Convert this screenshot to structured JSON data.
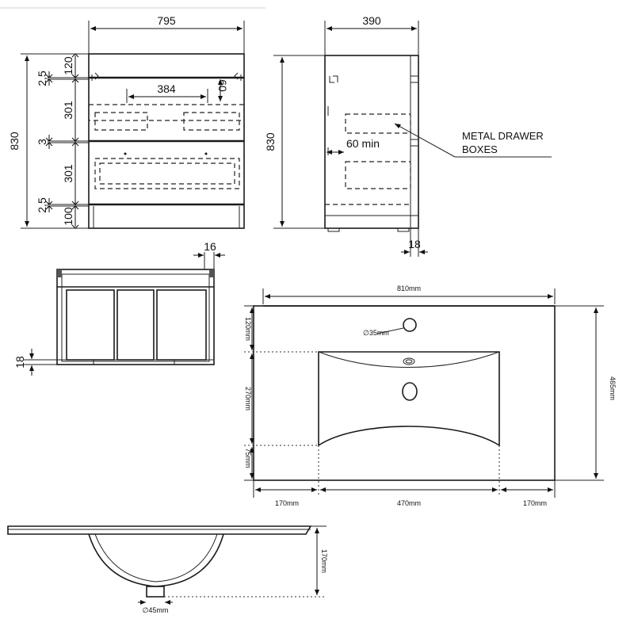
{
  "front_view": {
    "width": "795",
    "height": "830",
    "top_gap": "120",
    "rail_top": "2,5",
    "drawer_height_1": "301",
    "rail_mid": "3",
    "drawer_height_2": "301",
    "rail_bottom": "2,5",
    "plinth": "100",
    "handle_spacing": "384",
    "handle_offset": "60"
  },
  "side_view": {
    "depth": "390",
    "height": "830",
    "clearance": "60 min",
    "panel_thickness": "18",
    "callout": [
      "METAL DRAWER",
      "BOXES"
    ]
  },
  "top_view": {
    "board_thickness": "16",
    "panel_thickness": "18"
  },
  "basin_plan": {
    "width": "810mm",
    "depth": "465mm",
    "rear_margin": "120mm",
    "bowl_length": "270mm",
    "front_margin": "75mm",
    "tap_hole": "∅35mm",
    "side_margin_left": "170mm",
    "bowl_width": "470mm",
    "side_margin_right": "170mm"
  },
  "basin_section": {
    "bowl_depth": "170mm",
    "waste": "∅45mm"
  }
}
